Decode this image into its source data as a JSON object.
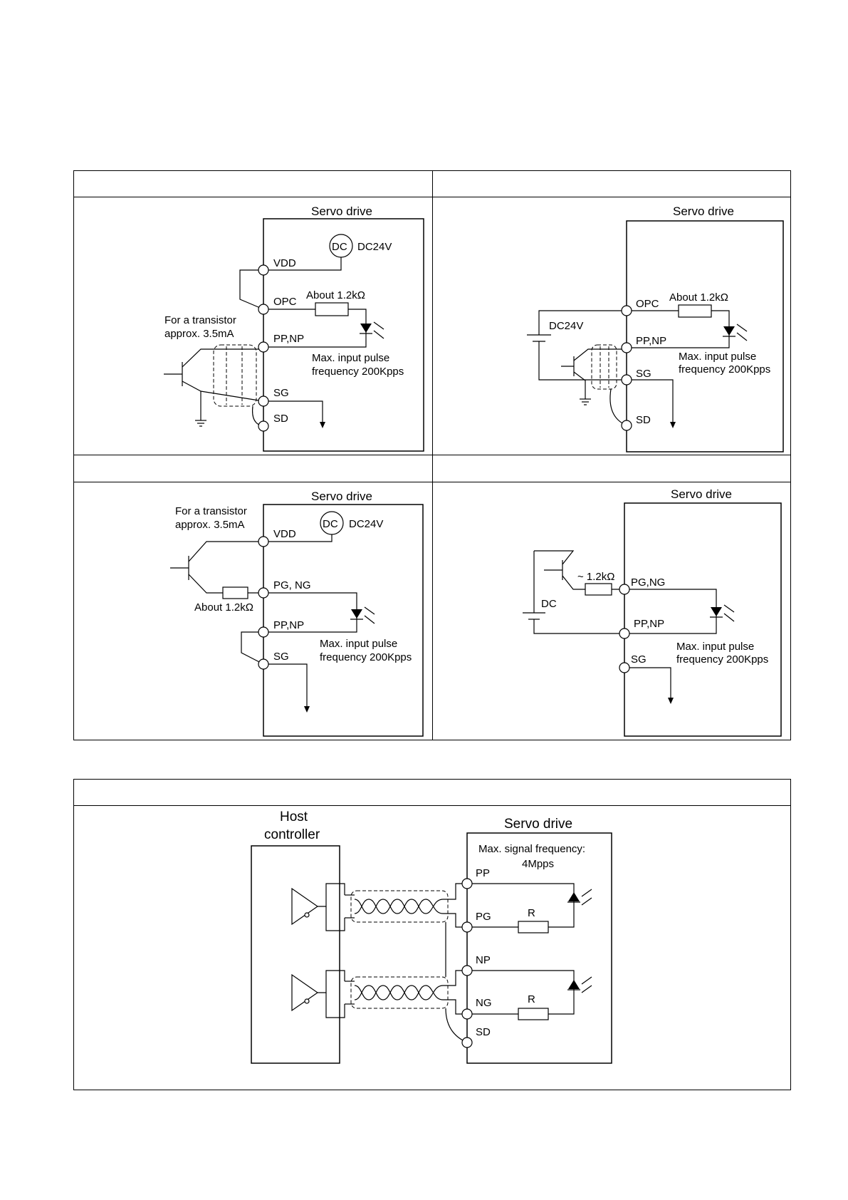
{
  "panel_a": {
    "heading": "",
    "title": "Servo drive",
    "dc_symbol": "DC",
    "dc_label": "DC24V",
    "vdd": "VDD",
    "opc": "OPC",
    "resistor": "About  1.2kΩ",
    "pp_np": "PP,NP",
    "transistor_note_1": "For a transistor",
    "transistor_note_2": "approx. 3.5mA",
    "max_1": "Max. input pulse",
    "max_2": "frequency 200Kpps",
    "sg": "SG",
    "sd": "SD"
  },
  "panel_b": {
    "heading": "",
    "title": "Servo drive",
    "opc": "OPC",
    "resistor": "About  1.2kΩ",
    "dc_label": "DC24V",
    "pp_np": "PP,NP",
    "max_1": "Max. input pulse",
    "max_2": "frequency 200Kpps",
    "sg": "SG",
    "sd": "SD"
  },
  "panel_c": {
    "heading": "",
    "title": "Servo drive",
    "transistor_note_1": "For a transistor",
    "transistor_note_2": "approx. 3.5mA",
    "dc_symbol": "DC",
    "dc_label": "DC24V",
    "vdd": "VDD",
    "pg_ng": "PG, NG",
    "resistor": "About  1.2kΩ",
    "pp_np": "PP,NP",
    "max_1": "Max. input pulse",
    "max_2": "frequency 200Kpps",
    "sg": "SG"
  },
  "panel_d": {
    "heading": "",
    "title": "Servo drive",
    "resistor": "~ 1.2kΩ",
    "pg_ng": "PG,NG",
    "dc": "DC",
    "pp_np": "PP,NP",
    "max_1": "Max. input pulse",
    "max_2": "frequency 200Kpps",
    "sg": "SG"
  },
  "panel_e": {
    "heading": "",
    "host_1": "Host",
    "host_2": "controller",
    "title": "Servo drive",
    "max_1": "Max. signal frequency:",
    "max_2": "4Mpps",
    "pp": "PP",
    "pg": "PG",
    "np": "NP",
    "ng": "NG",
    "sd": "SD",
    "r1": "R",
    "r2": "R"
  }
}
